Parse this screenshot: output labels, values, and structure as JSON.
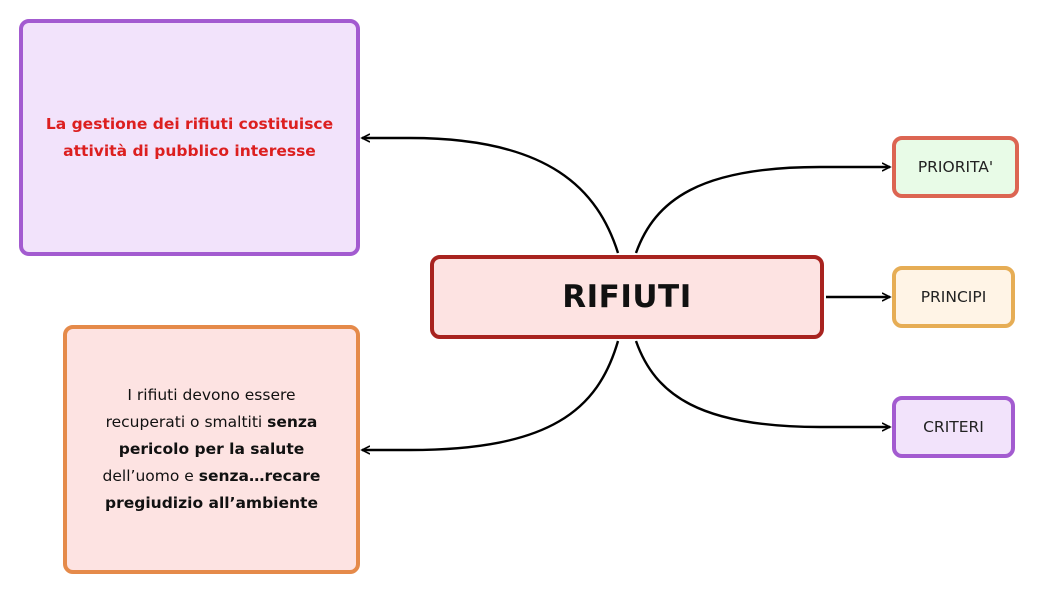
{
  "center": {
    "title": "RIFIUTI"
  },
  "left_top": {
    "text": "La gestione dei rifiuti costituisce attività di pubblico interesse"
  },
  "left_bottom": {
    "parts": [
      {
        "text": "I rifiuti devono essere recuperati o smaltiti ",
        "bold": false
      },
      {
        "text": "senza pericolo per la salute",
        "bold": true
      },
      {
        "text": " dell’uomo e ",
        "bold": false
      },
      {
        "text": "senza…recare pregiudizio all’ambiente",
        "bold": true
      }
    ]
  },
  "right_nodes": {
    "priorita": "PRIORITA'",
    "principi": "PRINCIPI",
    "criteri": "CRITERI"
  },
  "colors": {
    "center_border": "#a8231f",
    "center_fill": "#fde3e2",
    "left_top_border": "#a35bd0",
    "left_top_fill": "#f2e3fb",
    "left_top_text": "#dc1f1f",
    "left_bottom_border": "#e58a4a",
    "left_bottom_fill": "#fde3e2",
    "priorita_border": "#dc6552",
    "priorita_fill": "#e8fbe7",
    "principi_border": "#e6ad55",
    "principi_fill": "#fff4e6",
    "criteri_border": "#a35bd0",
    "criteri_fill": "#f2e3fb",
    "connector": "#000000"
  }
}
